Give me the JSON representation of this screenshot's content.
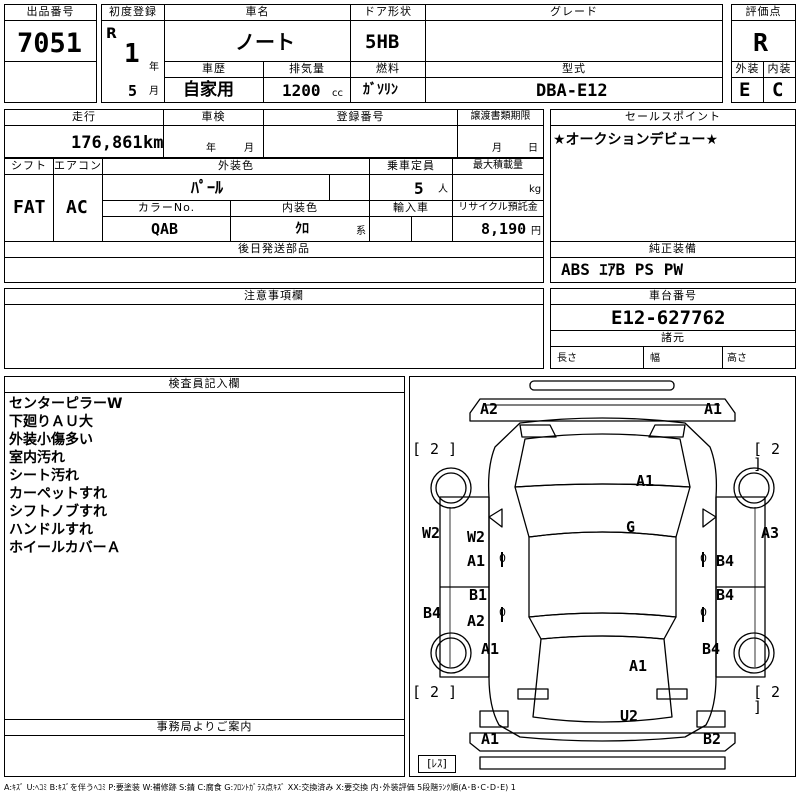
{
  "lot": {
    "label": "出品番号",
    "value": "7051"
  },
  "first_reg": {
    "label": "初度登録",
    "era": "R",
    "year": "1",
    "year_unit": "年",
    "month": "5",
    "month_unit": "月"
  },
  "car_name": {
    "label": "車名",
    "value": "ノート"
  },
  "door": {
    "label": "ドア形状",
    "value": "5HB"
  },
  "grade": {
    "label": "グレード",
    "value": ""
  },
  "score": {
    "label": "評価点",
    "value": "R",
    "ext_label": "外装",
    "int_label": "内装",
    "ext": "E",
    "int": "C"
  },
  "history": {
    "label": "車歴",
    "value": "自家用"
  },
  "displacement": {
    "label": "排気量",
    "value": "1200",
    "unit": "cc"
  },
  "fuel": {
    "label": "燃料",
    "value": "ｶﾞｿﾘﾝ"
  },
  "model": {
    "label": "型式",
    "value": "DBA-E12"
  },
  "mileage": {
    "label": "走行",
    "value": "176,861",
    "unit": "km"
  },
  "inspection": {
    "label": "車検",
    "year_unit": "年",
    "month_unit": "月"
  },
  "plate": {
    "label": "登録番号",
    "value": ""
  },
  "transfer": {
    "label": "譲渡書類期限",
    "month_unit": "月",
    "day_unit": "日"
  },
  "sales_point": {
    "label": "セールスポイント",
    "value": "★オークションデビュー★"
  },
  "shift": {
    "label": "シフト",
    "value": "FAT"
  },
  "aircon": {
    "label": "エアコン",
    "value": "AC"
  },
  "ext_color": {
    "label": "外装色",
    "value": "ﾊﾟｰﾙ"
  },
  "capacity": {
    "label": "乗車定員",
    "value": "5",
    "unit": "人"
  },
  "max_load": {
    "label": "最大積載量",
    "value": "",
    "unit": "kg"
  },
  "color_no": {
    "label": "カラーNo.",
    "value": "QAB"
  },
  "int_color": {
    "label": "内装色",
    "value": "ｸﾛ",
    "unit": "系"
  },
  "import": {
    "label": "輸入車",
    "value": ""
  },
  "recycle": {
    "label": "リサイクル預託金",
    "value": "8,190",
    "unit": "円"
  },
  "later_parts": {
    "label": "後日発送部品",
    "value": ""
  },
  "equipment": {
    "label": "純正装備",
    "value": "ABS ｴｱB PS PW"
  },
  "notes": {
    "label": "注意事項欄",
    "value": ""
  },
  "chassis": {
    "label": "車台番号",
    "value": "E12-627762"
  },
  "specs": {
    "label": "諸元",
    "length": "長さ",
    "width": "幅",
    "height": "高さ"
  },
  "inspector": {
    "label": "検査員記入欄",
    "lines": [
      "センターピラーW",
      "下廻りＡＵ大",
      "外装小傷多い",
      "室内汚れ",
      "シート汚れ",
      "カーペットすれ",
      "シフトノブすれ",
      "ハンドルすれ",
      "ホイールカバーＡ"
    ]
  },
  "office": {
    "label": "事務局よりご案内",
    "value": ""
  },
  "diagram": {
    "marks": {
      "a2_fl": "A2",
      "a1_fr": "A1",
      "a1_hood": "A1",
      "g": "G",
      "w2_l": "W2",
      "w2_in": "W2",
      "a1_fl_door": "A1",
      "b4_r1": "B4",
      "a3_r": "A3",
      "b1": "B1",
      "b4_r2": "B4",
      "b4_l": "B4",
      "a2_rl_door": "A2",
      "a1_l_rear": "A1",
      "b4_r3": "B4",
      "a1_roof": "A1",
      "u2": "U2",
      "a1_rl": "A1",
      "b2_rr": "B2"
    },
    "tires": {
      "fl": "[ 2 ]",
      "fr": "[ 2 ]",
      "rl": "[ 2 ]",
      "rr": "[ 2 ]"
    },
    "spare": "[ﾚｽ]",
    "zero": "0"
  },
  "legend": "A:ｷｽﾞ U:ﾍｺﾐ B:ｷｽﾞを伴うﾍｺﾐ P:要塗装 W:補修跡 S:錆 C:腐食 G:ﾌﾛﾝﾄｶﾞﾗｽ点ｷｽﾞ XX:交換済み X:要交換 内･外装評価 5段階ﾗﾝｸ順(A･B･C･D･E) 1"
}
